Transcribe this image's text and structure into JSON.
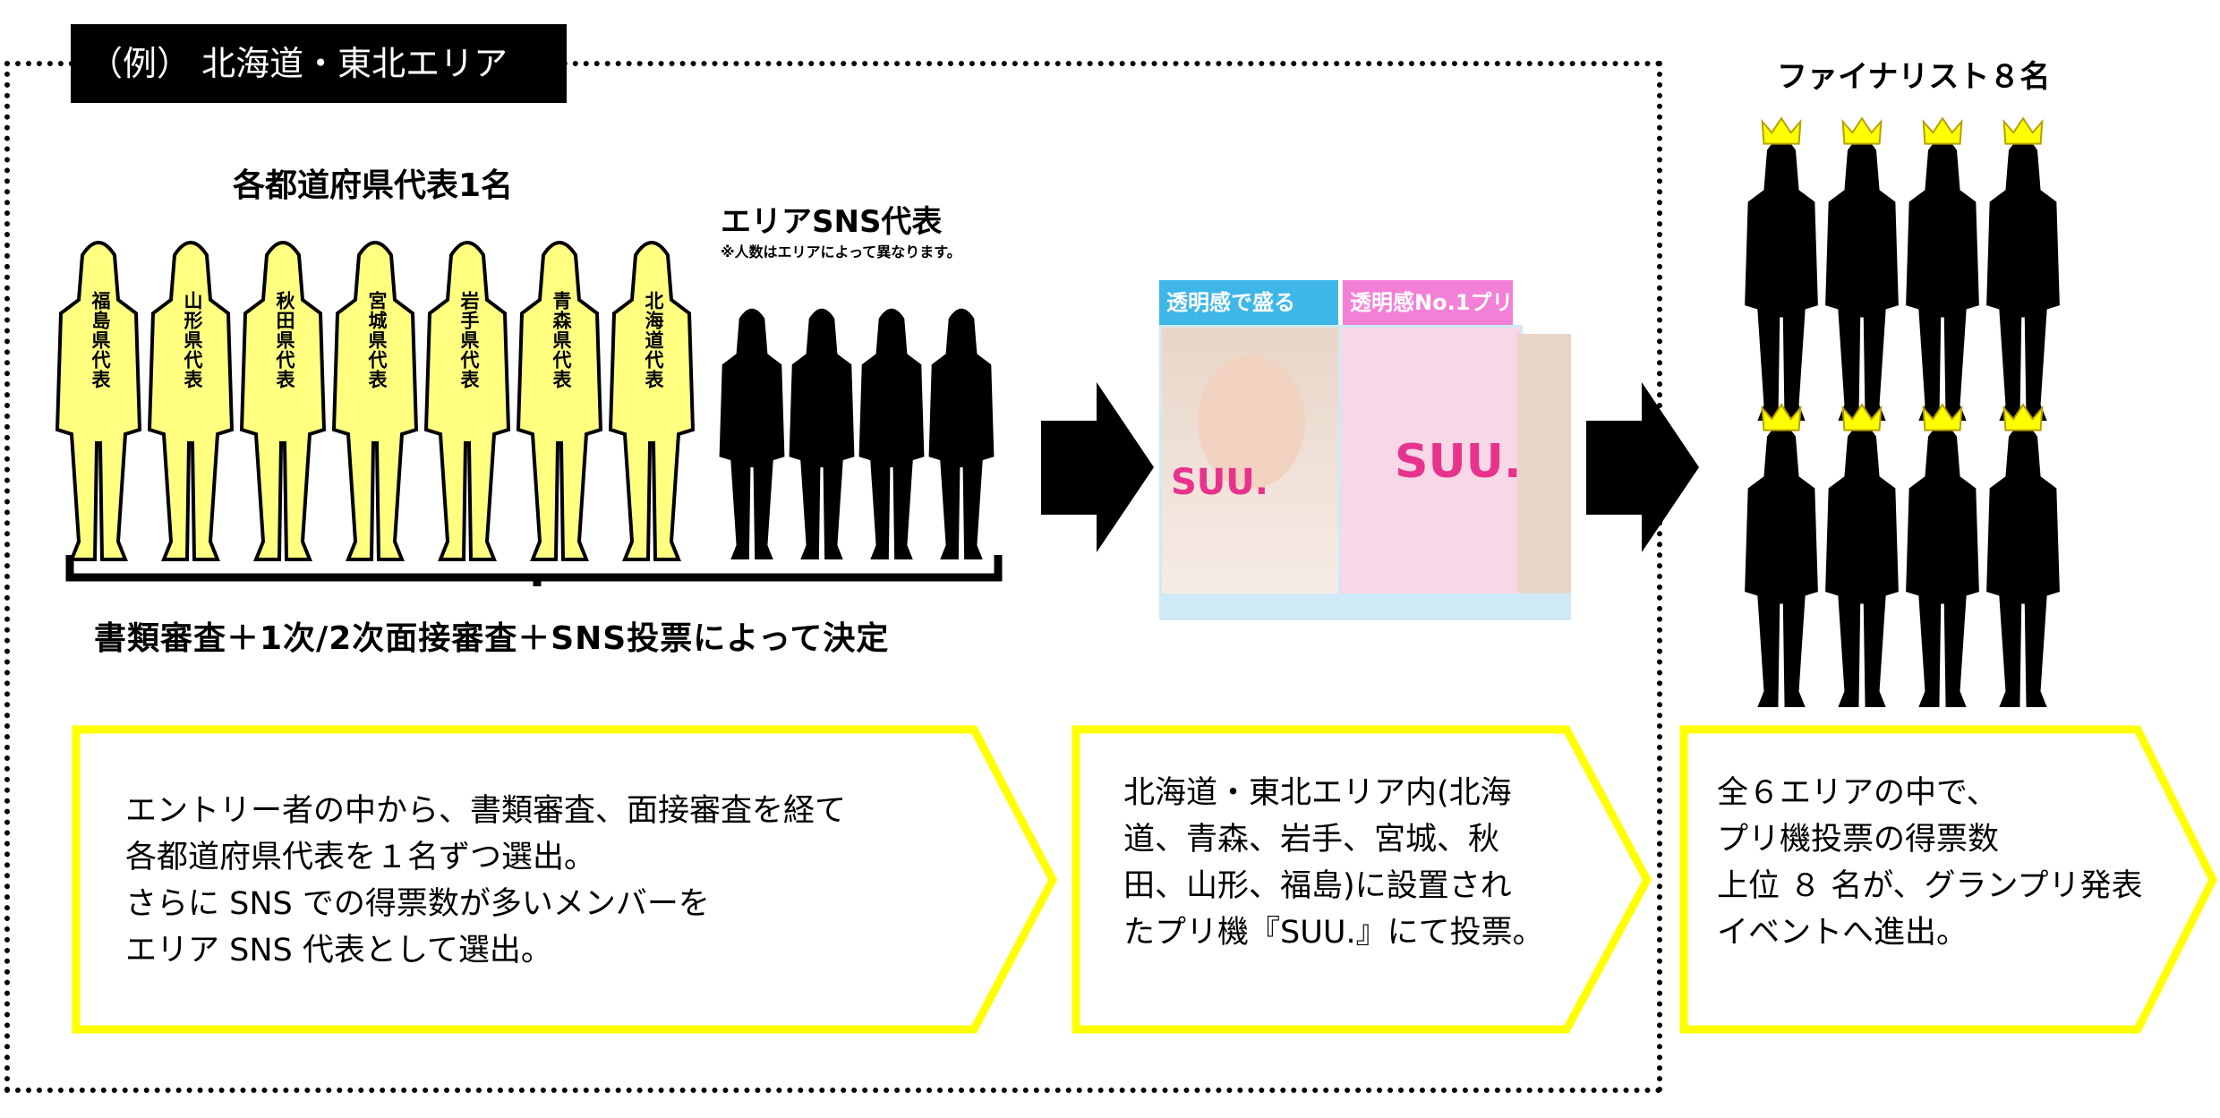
{
  "title": "（例） 北海道・東北エリア",
  "prefecture_section": {
    "heading": "各都道府県代表1名",
    "representatives": [
      "福島県代表",
      "山形県代表",
      "秋田県代表",
      "宮城県代表",
      "岩手県代表",
      "青森県代表",
      "北海道代表"
    ]
  },
  "sns_section": {
    "heading": "エリアSNS代表",
    "note": "※人数はエリアによって異なります。",
    "count": 4
  },
  "decision_text": "書類審査＋1次/2次面接審査＋SNS投票によって決定",
  "machine": {
    "sign_left": "透明感で盛る",
    "sign_right": "透明感No.1プリ",
    "brand": "SUU."
  },
  "finalists": {
    "heading": "ファイナリスト８名",
    "count": 8
  },
  "steps": [
    {
      "lines": [
        "エントリー者の中から、書類審査、面接審査を経て",
        "各都道府県代表を１名ずつ選出。",
        "さらに SNS での得票数が多いメンバーを",
        "エリア SNS 代表として選出。"
      ]
    },
    {
      "lines": [
        "北海道・東北エリア内(北海",
        "道、青森、岩手、宮城、秋",
        "田、山形、福島)に設置され",
        "たプリ機『SUU.』にて投票。"
      ]
    },
    {
      "lines": [
        "全６エリアの中で、",
        "プリ機投票の得票数",
        "上位 ８ 名が、グランプリ発表",
        "イベントへ進出。"
      ]
    }
  ],
  "colors": {
    "yellow": "#ffff00",
    "figure_yellow": "#ffff80",
    "black": "#000000",
    "sign_blue": "#3fb6e8",
    "sign_pink": "#f47fd6"
  }
}
